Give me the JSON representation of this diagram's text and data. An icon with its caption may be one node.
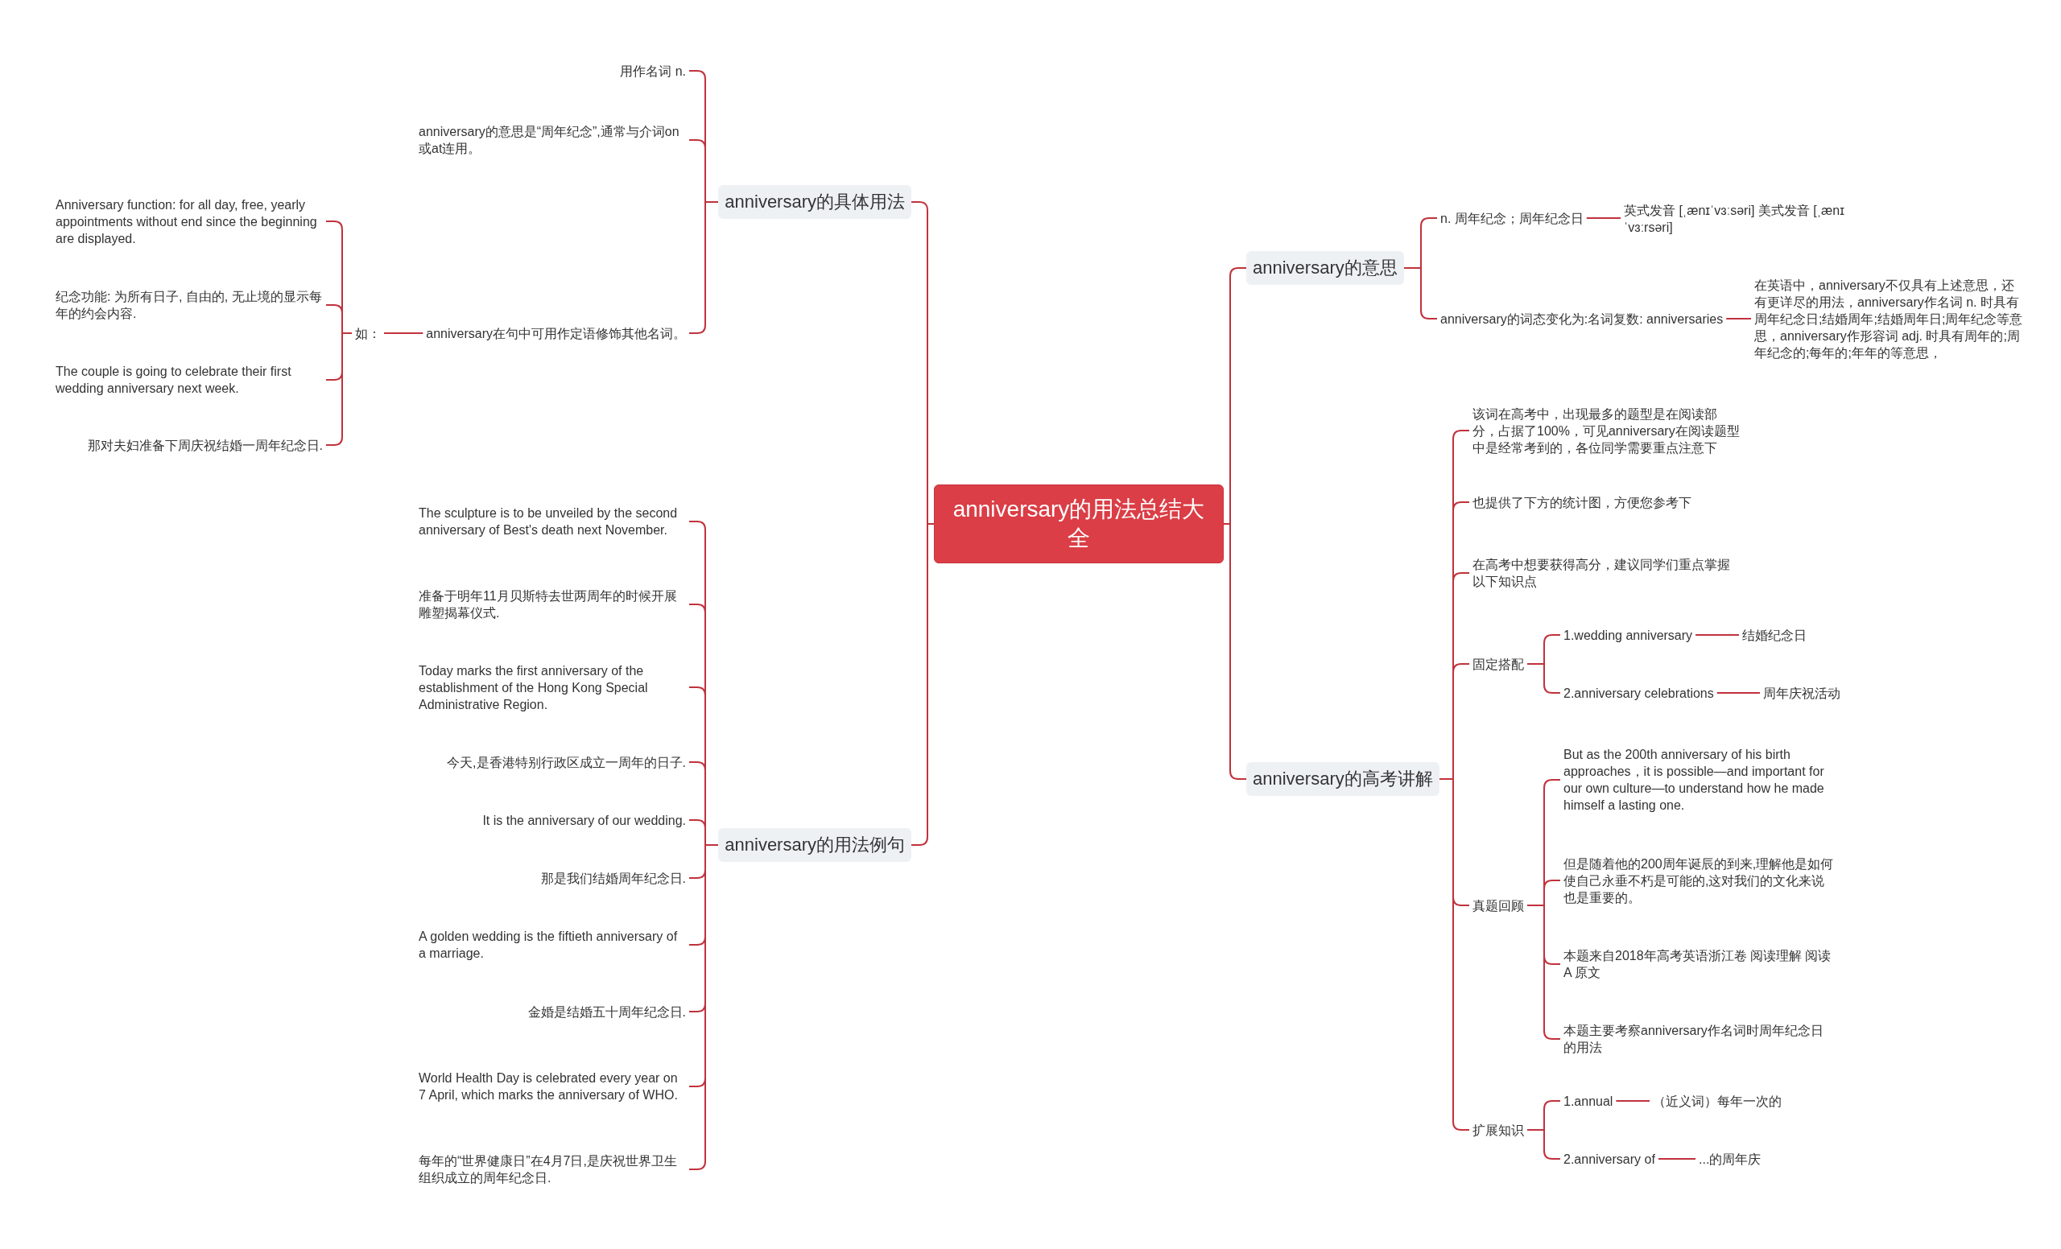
{
  "diagram": {
    "nodes": [
      {
        "text": [
          "anniversary的用法总结大全"
        ]
      },
      {
        "text": [
          "anniversary的具体用法"
        ]
      },
      {
        "text": [
          "用作名词 n."
        ]
      },
      {
        "text": [
          "anniversary的意思是“周年纪念”,通常与介词on或at连用。"
        ]
      },
      {
        "text": [
          "anniversary在句中可用作定语修饰其他名词。"
        ]
      },
      {
        "text": [
          "如："
        ]
      },
      {
        "text": [
          "Anniversary function: for all day, free, yearly appointments without end since the beginning are displayed."
        ]
      },
      {
        "text": [
          "纪念功能: 为所有日子, 自由的, 无止境的显示每年的约会内容."
        ]
      },
      {
        "text": [
          "The couple is going to celebrate their first wedding anniversary next week."
        ]
      },
      {
        "text": [
          "那对夫妇准备下周庆祝结婚一周年纪念日."
        ]
      },
      {
        "text": [
          "anniversary的用法例句"
        ]
      },
      {
        "text": [
          "The sculpture is to be unveiled by the second anniversary of Best's death next November."
        ]
      },
      {
        "text": [
          "准备于明年11月贝斯特去世两周年的时候开展雕塑揭幕仪式."
        ]
      },
      {
        "text": [
          "Today marks the first anniversary of the establishment of the Hong Kong Special Administrative Region."
        ]
      },
      {
        "text": [
          "今天,是香港特别行政区成立一周年的日子."
        ]
      },
      {
        "text": [
          "It is the anniversary of our wedding."
        ]
      },
      {
        "text": [
          "那是我们结婚周年纪念日."
        ]
      },
      {
        "text": [
          "A golden wedding is the fiftieth anniversary of a marriage."
        ]
      },
      {
        "text": [
          "金婚是结婚五十周年纪念日."
        ]
      },
      {
        "text": [
          "World Health Day is celebrated every year on 7 April, which marks the anniversary of WHO."
        ]
      },
      {
        "text": [
          "每年的“世界健康日”在4月7日,是庆祝世界卫生组织成立的周年纪念日."
        ]
      },
      {
        "text": [
          "anniversary的意思"
        ]
      },
      {
        "text": [
          "n. 周年纪念；周年纪念日"
        ]
      },
      {
        "text": [
          "英式发音 [ˌænɪˈvɜːsəri] 美式发音 [ˌænɪˈvɜːrsəri]"
        ]
      },
      {
        "text": [
          "anniversary的词态变化为:名词复数: anniversaries"
        ]
      },
      {
        "text": [
          "在英语中，anniversary不仅具有上述意思，还有更详尽的用法，anniversary作名词 n. 时具有周年纪念日;结婚周年;结婚周年日;周年纪念等意思，anniversary作形容词 adj. 时具有周年的;周年纪念的;每年的;年年的等意思，"
        ]
      },
      {
        "text": [
          "anniversary的高考讲解"
        ]
      },
      {
        "text": [
          "该词在高考中，出现最多的题型是在阅读部分，占据了100%，可见anniversary在阅读题型中是经常考到的，各位同学需要重点注意下"
        ]
      },
      {
        "text": [
          "也提供了下方的统计图，方便您参考下"
        ]
      },
      {
        "text": [
          "在高考中想要获得高分，建议同学们重点掌握以下知识点"
        ]
      },
      {
        "text": [
          "固定搭配"
        ]
      },
      {
        "text": [
          "1.wedding anniversary"
        ]
      },
      {
        "text": [
          "结婚纪念日"
        ]
      },
      {
        "text": [
          "2.anniversary celebrations"
        ]
      },
      {
        "text": [
          "周年庆祝活动"
        ]
      },
      {
        "text": [
          "真题回顾"
        ]
      },
      {
        "text": [
          "But as the 200th anniversary of his birth approaches，it is possible—and important for our own culture—to understand how he made himself a lasting one."
        ]
      },
      {
        "text": [
          "但是随着他的200周年诞辰的到来,理解他是如何使自己永垂不朽是可能的,这对我们的文化来说也是重要的。"
        ]
      },
      {
        "text": [
          "本题来自2018年高考英语浙江卷 阅读理解 阅读A 原文"
        ]
      },
      {
        "text": [
          "本题主要考察anniversary作名词时周年纪念日的用法"
        ]
      },
      {
        "text": [
          "扩展知识"
        ]
      },
      {
        "text": [
          "1.annual"
        ]
      },
      {
        "text": [
          "（近义词）每年一次的"
        ]
      },
      {
        "text": [
          "2.anniversary of"
        ]
      },
      {
        "text": [
          "...的周年庆"
        ]
      }
    ],
    "edges": [
      {
        "from": 0,
        "to": 1,
        "arrow": "none"
      },
      {
        "from": 1,
        "to": 2,
        "arrow": "none"
      },
      {
        "from": 1,
        "to": 3,
        "arrow": "none"
      },
      {
        "from": 1,
        "to": 4,
        "arrow": "none"
      },
      {
        "from": 4,
        "to": 5,
        "arrow": "none"
      },
      {
        "from": 5,
        "to": 6,
        "arrow": "none"
      },
      {
        "from": 5,
        "to": 7,
        "arrow": "none"
      },
      {
        "from": 5,
        "to": 8,
        "arrow": "none"
      },
      {
        "from": 5,
        "to": 9,
        "arrow": "none"
      },
      {
        "from": 0,
        "to": 10,
        "arrow": "none"
      },
      {
        "from": 10,
        "to": 11,
        "arrow": "none"
      },
      {
        "from": 10,
        "to": 12,
        "arrow": "none"
      },
      {
        "from": 10,
        "to": 13,
        "arrow": "none"
      },
      {
        "from": 10,
        "to": 14,
        "arrow": "none"
      },
      {
        "from": 10,
        "to": 15,
        "arrow": "none"
      },
      {
        "from": 10,
        "to": 16,
        "arrow": "none"
      },
      {
        "from": 10,
        "to": 17,
        "arrow": "none"
      },
      {
        "from": 10,
        "to": 18,
        "arrow": "none"
      },
      {
        "from": 10,
        "to": 19,
        "arrow": "none"
      },
      {
        "from": 10,
        "to": 20,
        "arrow": "none"
      },
      {
        "from": 0,
        "to": 21,
        "arrow": "none"
      },
      {
        "from": 21,
        "to": 22,
        "arrow": "none"
      },
      {
        "from": 22,
        "to": 23,
        "arrow": "none"
      },
      {
        "from": 21,
        "to": 24,
        "arrow": "none"
      },
      {
        "from": 24,
        "to": 25,
        "arrow": "none"
      },
      {
        "from": 0,
        "to": 26,
        "arrow": "none"
      },
      {
        "from": 26,
        "to": 27,
        "arrow": "none"
      },
      {
        "from": 26,
        "to": 28,
        "arrow": "none"
      },
      {
        "from": 26,
        "to": 29,
        "arrow": "none"
      },
      {
        "from": 26,
        "to": 30,
        "arrow": "none"
      },
      {
        "from": 30,
        "to": 31,
        "arrow": "none"
      },
      {
        "from": 31,
        "to": 32,
        "arrow": "none"
      },
      {
        "from": 30,
        "to": 33,
        "arrow": "none"
      },
      {
        "from": 33,
        "to": 34,
        "arrow": "none"
      },
      {
        "from": 26,
        "to": 35,
        "arrow": "none"
      },
      {
        "from": 35,
        "to": 36,
        "arrow": "none"
      },
      {
        "from": 35,
        "to": 37,
        "arrow": "none"
      },
      {
        "from": 35,
        "to": 38,
        "arrow": "none"
      },
      {
        "from": 35,
        "to": 39,
        "arrow": "none"
      },
      {
        "from": 26,
        "to": 40,
        "arrow": "none"
      },
      {
        "from": 40,
        "to": 41,
        "arrow": "none"
      },
      {
        "from": 41,
        "to": 42,
        "arrow": "none"
      },
      {
        "from": 40,
        "to": 43,
        "arrow": "none"
      },
      {
        "from": 43,
        "to": 44,
        "arrow": "none"
      }
    ]
  }
}
